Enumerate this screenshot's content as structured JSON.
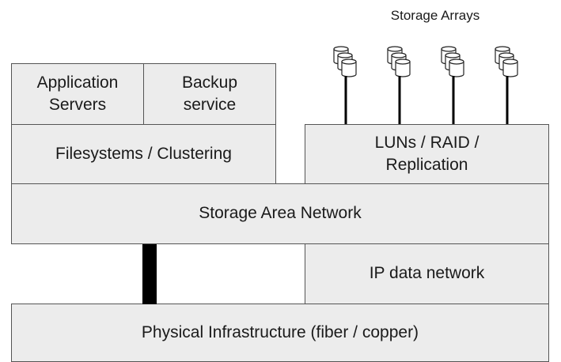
{
  "diagram": {
    "storage_arrays_label": "Storage Arrays",
    "application_servers": "Application\nServers",
    "backup_service": "Backup\nservice",
    "filesystems": "Filesystems / Clustering",
    "luns": "LUNs / RAID /\nReplication",
    "san": "Storage Area Network",
    "ip_network": "IP data network",
    "physical": "Physical Infrastructure (fiber / copper)",
    "storage_array_count": 4,
    "disks_per_array": 3
  }
}
